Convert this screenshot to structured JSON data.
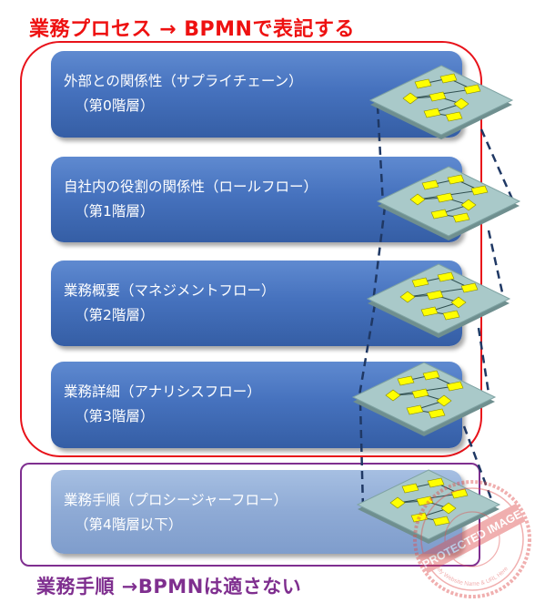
{
  "headings": {
    "top": "業務プロセス → BPMNで表記する",
    "bottom": "業務手順 →BPMNは適さない"
  },
  "levels": [
    {
      "title": "外部との関係性（サプライチェーン）",
      "layer": "（第0階層）"
    },
    {
      "title": "自社内の役割の関係性（ロールフロー）",
      "layer": "（第1階層）"
    },
    {
      "title": "業務概要（マネジメントフロー）",
      "layer": "（第2階層）"
    },
    {
      "title": "業務詳細（アナリシスフロー）",
      "layer": "（第3階層）"
    },
    {
      "title": "業務手順（プロシージャーフロー）",
      "layer": "（第4階層以下）"
    }
  ],
  "watermark": {
    "text": "PROTECTED IMAGE",
    "subtext": "My Website Name & URL Here"
  },
  "colors": {
    "process_frame": "#e8121a",
    "procedure_frame": "#7f2f90",
    "bar": "#4672be",
    "bar_faded": "#8eaad5",
    "plane": "#a9c9c9",
    "node": "#ffff00",
    "connector": "#1f3864",
    "watermark": "#e05050"
  }
}
